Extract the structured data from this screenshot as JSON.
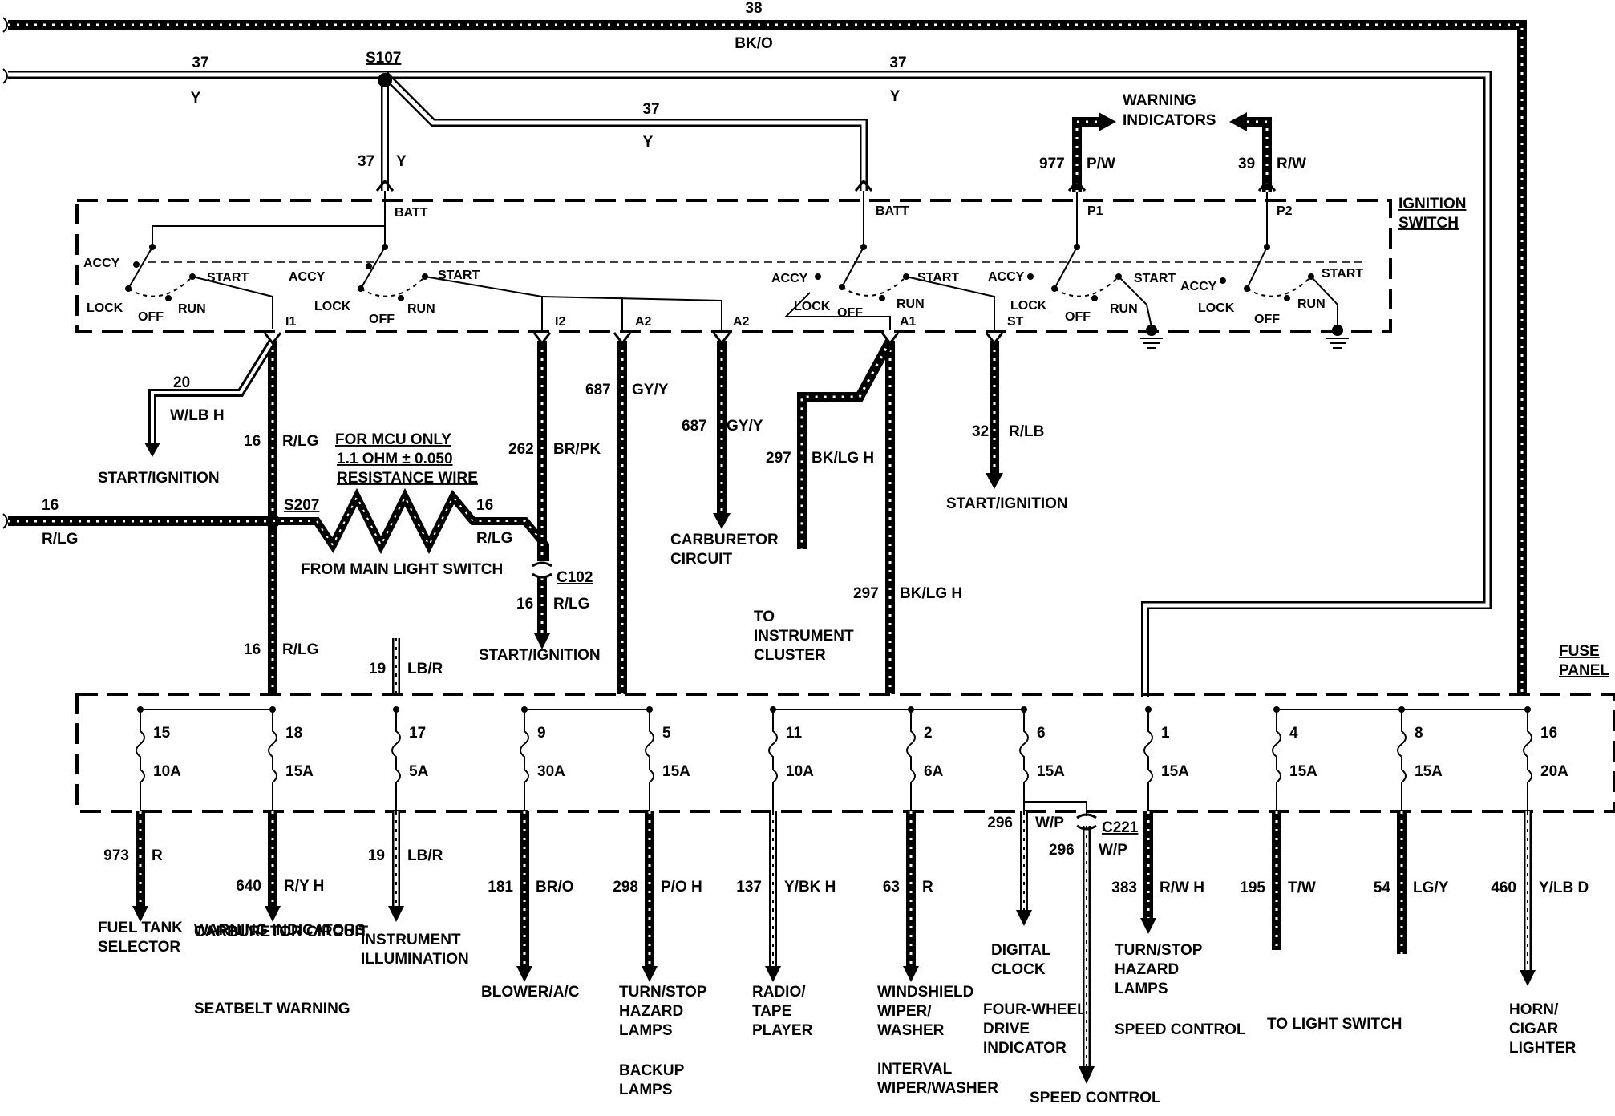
{
  "top_wires": {
    "bk_o": {
      "circuit": "38",
      "color": "BK/O"
    },
    "y_left": {
      "circuit": "37",
      "color": "Y"
    },
    "y_mid": {
      "circuit": "37",
      "color": "Y"
    },
    "y_right": {
      "circuit": "37",
      "color": "Y"
    },
    "y_drop1": {
      "circuit": "37",
      "color": "Y"
    }
  },
  "splices": {
    "s107": "S107",
    "s207": "S207"
  },
  "warning_indicators": "WARNING\nINDICATORS",
  "warning_wires": {
    "p1": {
      "circuit": "977",
      "color": "P/W"
    },
    "p2": {
      "circuit": "39",
      "color": "R/W"
    }
  },
  "ignition_switch": {
    "title": "IGNITION\nSWITCH",
    "terminals": {
      "batt1": "BATT",
      "batt2": "BATT",
      "p1": "P1",
      "p2": "P2",
      "i1": "I1",
      "i2": "I2",
      "a2a": "A2",
      "a2b": "A2",
      "a1": "A1",
      "st": "ST"
    },
    "positions": {
      "accy": "ACCY",
      "lock": "LOCK",
      "off": "OFF",
      "run": "RUN",
      "start": "START"
    }
  },
  "circuits": {
    "w20": {
      "circuit": "20",
      "color": "W/LB H",
      "dest": "START/IGNITION"
    },
    "r16a": {
      "circuit": "16",
      "color": "R/LG"
    },
    "r16b": {
      "circuit": "16",
      "color": "R/LG"
    },
    "r16left": {
      "circuit": "16",
      "color": "R/LG"
    },
    "r16res": {
      "circuit": "16",
      "color": "R/LG"
    },
    "br262": {
      "circuit": "262",
      "color": "BR/PK"
    },
    "r16c102": {
      "circuit": "16",
      "color": "R/LG",
      "dest": "START/IGNITION"
    },
    "gy687a": {
      "circuit": "687",
      "color": "GY/Y"
    },
    "gy687b": {
      "circuit": "687",
      "color": "GY/Y",
      "dest": "CARBURETOR\nCIRCUIT"
    },
    "bk297a": {
      "circuit": "297",
      "color": "BK/LG H"
    },
    "bk297b": {
      "circuit": "297",
      "color": "BK/LG H"
    },
    "r32": {
      "circuit": "32",
      "color": "R/LB",
      "dest": "START/IGNITION"
    },
    "lb19": {
      "circuit": "19",
      "color": "LB/R"
    }
  },
  "mcu_note": [
    "FOR MCU ONLY",
    "1.1 OHM ± 0.050",
    "RESISTANCE WIRE"
  ],
  "from_main_light_switch": "FROM MAIN LIGHT SWITCH",
  "connectors": {
    "c102": "C102",
    "c221": "C221"
  },
  "to_instrument_cluster": "TO\nINSTRUMENT\nCLUSTER",
  "fuse_panel": {
    "title": "FUSE\nPANEL",
    "fuses": [
      {
        "num": "15",
        "amps": "10A",
        "circuit": "973",
        "color": "R",
        "dest": "FUEL TANK\nSELECTOR"
      },
      {
        "num": "18",
        "amps": "15A",
        "circuit": "640",
        "color": "R/Y H",
        "dest": "CARBURETOR CIRCUIT"
      },
      {
        "num": "17",
        "amps": "5A",
        "circuit": "19",
        "color": "LB/R",
        "dest": "INSTRUMENT\nILLUMINATION"
      },
      {
        "num": "9",
        "amps": "30A",
        "circuit": "181",
        "color": "BR/O",
        "dest": "BLOWER/A/C"
      },
      {
        "num": "5",
        "amps": "15A",
        "circuit": "298",
        "color": "P/O H",
        "dest": "TURN/STOP\nHAZARD\nLAMPS"
      },
      {
        "num": "11",
        "amps": "10A",
        "circuit": "137",
        "color": "Y/BK H",
        "dest": "RADIO/\nTAPE\nPLAYER"
      },
      {
        "num": "2",
        "amps": "6A",
        "circuit": "63",
        "color": "R",
        "dest": "WINDSHIELD\nWIPER/\nWASHER"
      },
      {
        "num": "6",
        "amps": "15A",
        "circuit": "296",
        "color": "W/P",
        "dest": "DIGITAL\nCLOCK"
      },
      {
        "num": "1",
        "amps": "15A",
        "circuit": "383",
        "color": "R/W H",
        "dest": "TURN/STOP\nHAZARD\nLAMPS"
      },
      {
        "num": "4",
        "amps": "15A",
        "circuit": "195",
        "color": "T/W",
        "dest": "TO LIGHT SWITCH"
      },
      {
        "num": "8",
        "amps": "15A",
        "circuit": "54",
        "color": "LG/Y",
        "dest": ""
      },
      {
        "num": "16",
        "amps": "20A",
        "circuit": "460",
        "color": "Y/LB D",
        "dest": "HORN/\nCIGAR\nLIGHTER"
      }
    ],
    "extra_dests": {
      "warning_indicators": "WARNING INDICATORS",
      "seatbelt_warning": "SEATBELT WARNING",
      "backup_lamps": "BACKUP\nLAMPS",
      "interval_wiper": "INTERVAL\nWIPER/WASHER",
      "four_wheel": "FOUR-WHEEL\nDRIVE\nINDICATOR",
      "speed_control_1": "SPEED CONTROL",
      "speed_control_2": "SPEED CONTROL"
    },
    "c221_wire": {
      "circuit": "296",
      "color": "W/P"
    }
  }
}
